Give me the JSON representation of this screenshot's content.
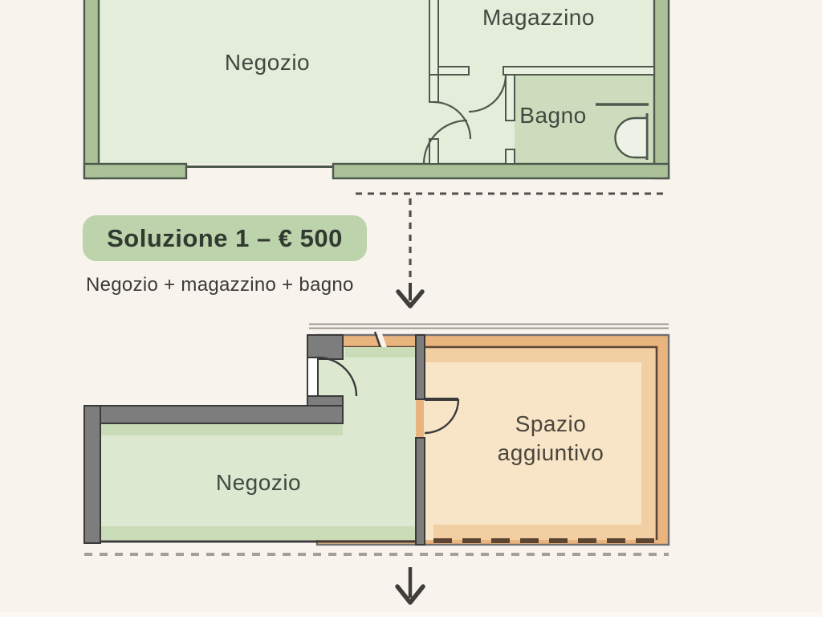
{
  "top_plan": {
    "negozio": "Negozio",
    "magazzino": "Magazzino",
    "bagno": "Bagno"
  },
  "solution": {
    "badge": "Soluzione 1 – € 500",
    "subtitle": "Negozio + magazzino + bagno"
  },
  "bottom_plan": {
    "negozio": "Negozio",
    "spazio": "Spazio\naggiuntivo"
  },
  "colors": {
    "bg": "#f8f4ed",
    "wall_fill": "#abc299",
    "wall_stroke": "#4c594c",
    "room_fill": "#e4ecda",
    "bagno_fill": "#cddcbc",
    "inner_fill": "#e9f0e0",
    "toilet_fill": "#eef2e6",
    "badge_bg": "#bdd3ab",
    "badge_text": "#303a30",
    "subtitle": "#3a3a38",
    "label_green": "#3f4a40",
    "label_orange": "#4b463b",
    "dash_dark": "#504f4b",
    "dash_light": "#a3a096",
    "line_thin": "#918f87",
    "arrow": "#3e3e3b",
    "gray_wall": "#7d7d7d",
    "gray_stroke": "#3a3a3a",
    "green_floor": "#dce8cf",
    "green_band": "#c9dcb7",
    "orange_band": "#eab47e",
    "orange_floor": "#f8e5c8",
    "orange_band2": "#f2cfa2",
    "orange_stroke": "#5c4532",
    "orange_outer_stroke": "#707070",
    "door_white": "#ffffff",
    "bottom_strip": "#fbf8f2"
  }
}
